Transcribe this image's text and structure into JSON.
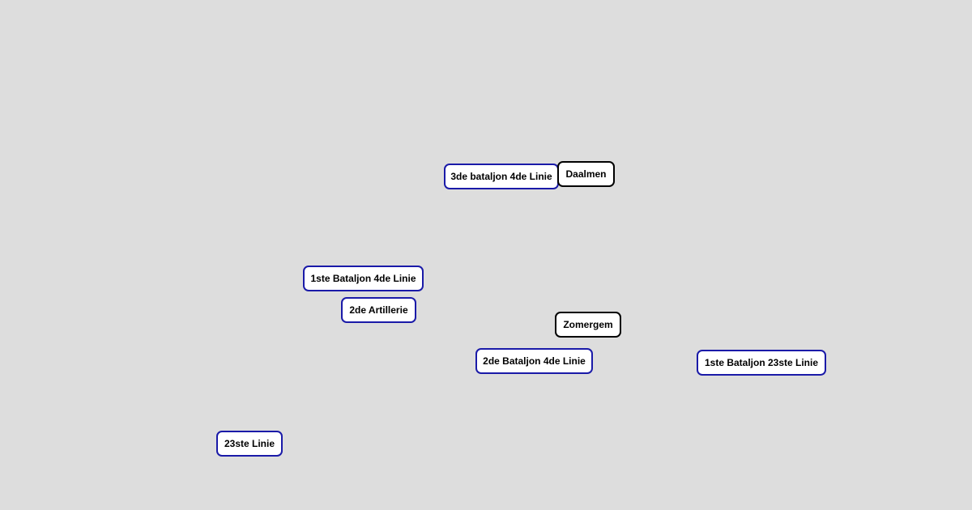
{
  "colors": {
    "unit_border": "#1a1aa8",
    "place_border": "#000000",
    "background": "#dddddd"
  },
  "units": [
    {
      "label": "3de bataljon 4de Linie"
    },
    {
      "label": "1ste Bataljon 4de Linie"
    },
    {
      "label": "2de Artillerie"
    },
    {
      "label": "2de Bataljon 4de Linie"
    },
    {
      "label": "1ste Bataljon 23ste Linie"
    },
    {
      "label": "23ste Linie"
    }
  ],
  "places": [
    {
      "label": "Daalmen"
    },
    {
      "label": "Zomergem"
    }
  ]
}
